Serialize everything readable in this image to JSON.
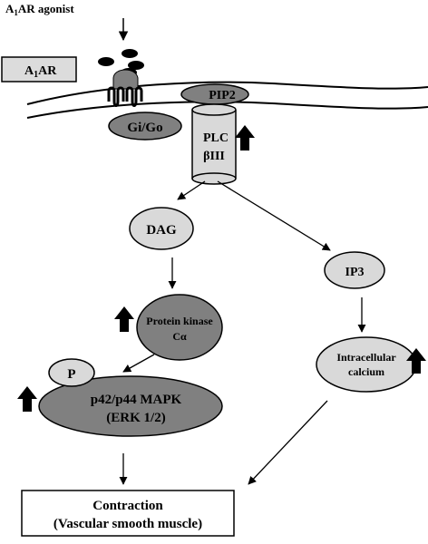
{
  "agonist": {
    "prefix": "A",
    "sub": "1",
    "suffix": "AR agonist"
  },
  "receptor": {
    "prefix": "A",
    "sub": "1",
    "suffix": "AR"
  },
  "nodes": {
    "gi_go": "Gi/Go",
    "pip2": "PIP2",
    "plc_line1": "PLC",
    "plc_line2": "βIII",
    "dag": "DAG",
    "ip3": "IP3",
    "pkc_line1": "Protein kinase",
    "pkc_line2": "Cα",
    "phospho": "P",
    "mapk_line1": "p42/p44 MAPK",
    "mapk_line2": "(ERK 1/2)",
    "calcium_line1": "Intracellular",
    "calcium_line2": "calcium"
  },
  "outcome": {
    "line1": "Contraction",
    "line2": "(Vascular smooth muscle)"
  },
  "colors": {
    "light_gray": "#d9d9d9",
    "dark_gray": "#808080",
    "mid_gray": "#a6a6a6",
    "box_gray": "#dcdcdc",
    "black": "#000000"
  },
  "icons": {
    "upregulation": "up-arrow-icon"
  }
}
